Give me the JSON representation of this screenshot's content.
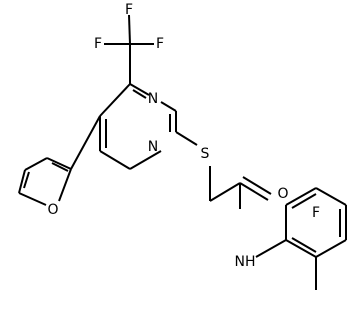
{
  "atoms": {
    "F1": "F",
    "F2": "F",
    "F3": "F",
    "N_top": "N",
    "N_bottom": "N",
    "S": "S",
    "O_furan": "O",
    "O_carbonyl": "O",
    "NH": "NH",
    "F_aryl": "F"
  }
}
